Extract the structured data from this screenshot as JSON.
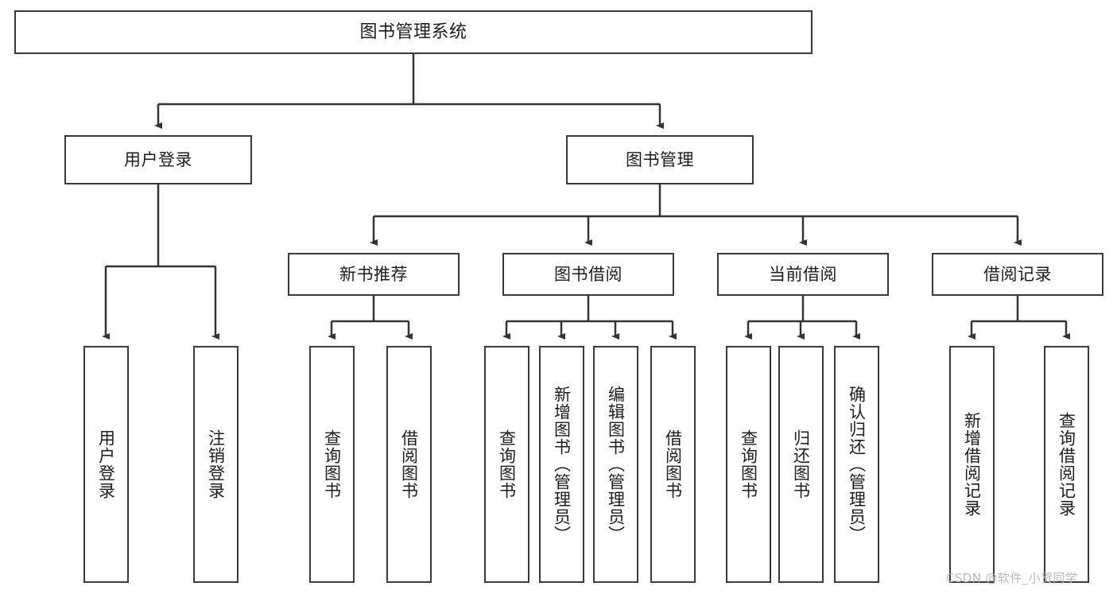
{
  "diagram": {
    "title_text": "图书管理系统",
    "watermark": "CSDN @软件_小贺同学",
    "colors": {
      "background": "#ffffff",
      "box_border": "#3a3a3a",
      "connector": "#333333",
      "text": "#1d1d1d",
      "watermark": "#b9b9b9"
    },
    "nodes": {
      "root": {
        "label": "图书管理系统"
      },
      "level2": [
        {
          "label": "用户登录"
        },
        {
          "label": "图书管理"
        }
      ],
      "level3": [
        {
          "label": "新书推荐"
        },
        {
          "label": "图书借阅"
        },
        {
          "label": "当前借阅"
        },
        {
          "label": "借阅记录"
        }
      ],
      "leaves": {
        "user_login": [
          {
            "label": "用户登录"
          },
          {
            "label": "注销登录"
          }
        ],
        "new_book_recommend": [
          {
            "label": "查询图书"
          },
          {
            "label": "借阅图书"
          }
        ],
        "book_borrow": [
          {
            "label": "查询图书"
          },
          {
            "label": "新增图书（管理员）"
          },
          {
            "label": "编辑图书（管理员）"
          },
          {
            "label": "借阅图书"
          }
        ],
        "current_borrow": [
          {
            "label": "查询图书"
          },
          {
            "label": "归还图书"
          },
          {
            "label": "确认归还（管理员）"
          }
        ],
        "borrow_record": [
          {
            "label": "新增借阅记录"
          },
          {
            "label": "查询借阅记录"
          }
        ]
      }
    }
  }
}
